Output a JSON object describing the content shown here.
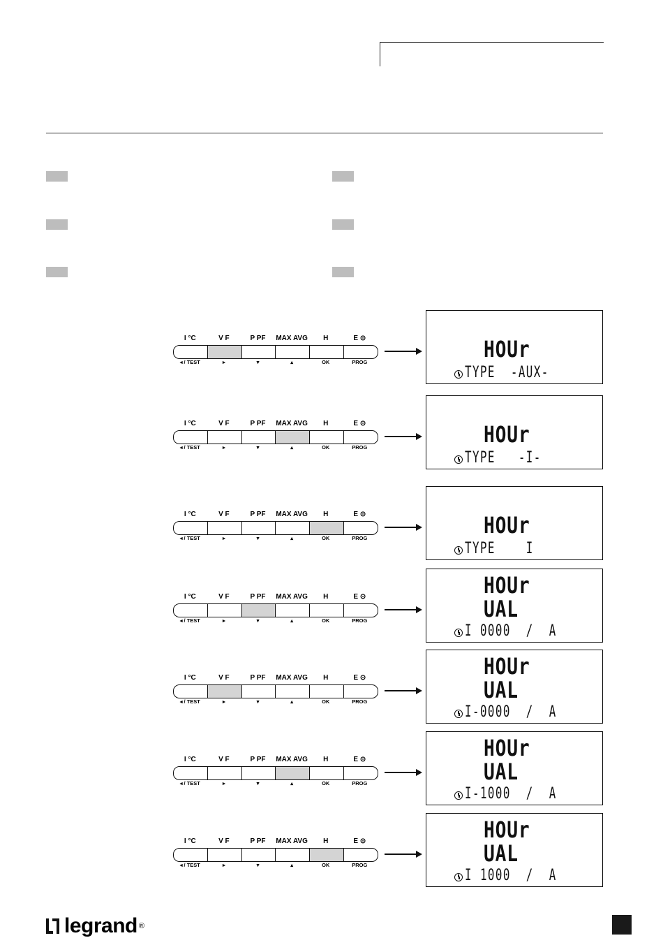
{
  "keypad": {
    "top_labels": [
      "I  °C",
      "V   F",
      "P  PF",
      "MAX  AVG",
      "H",
      "E ⊙"
    ],
    "bottom_labels": [
      "◂ / TEST",
      "▸",
      "▾",
      "▴",
      "OK",
      "PROG"
    ]
  },
  "steps": [
    {
      "active_key": 1,
      "lcd": {
        "line1": "HOUr",
        "line2": "",
        "line3": "TYPE  -AUX-"
      }
    },
    {
      "active_key": 3,
      "lcd": {
        "line1": "HOUr",
        "line2": "",
        "line3": "TYPE   -I-"
      }
    },
    {
      "active_key": 4,
      "lcd": {
        "line1": "HOUr",
        "line2": "",
        "line3": "TYPE    I"
      }
    },
    {
      "active_key": 2,
      "lcd": {
        "line1": "HOUr",
        "line2": "UAL",
        "line3": "I 0000  /  A"
      }
    },
    {
      "active_key": 1,
      "lcd": {
        "line1": "HOUr",
        "line2": "UAL",
        "line3": "I-0000  /  A"
      }
    },
    {
      "active_key": 3,
      "lcd": {
        "line1": "HOUr",
        "line2": "UAL",
        "line3": "I-1000  /  A"
      }
    },
    {
      "active_key": 4,
      "lcd": {
        "line1": "HOUr",
        "line2": "UAL",
        "line3": "I 1000  /  A"
      }
    }
  ],
  "footer": {
    "brand": "legrand",
    "registered": "®"
  }
}
